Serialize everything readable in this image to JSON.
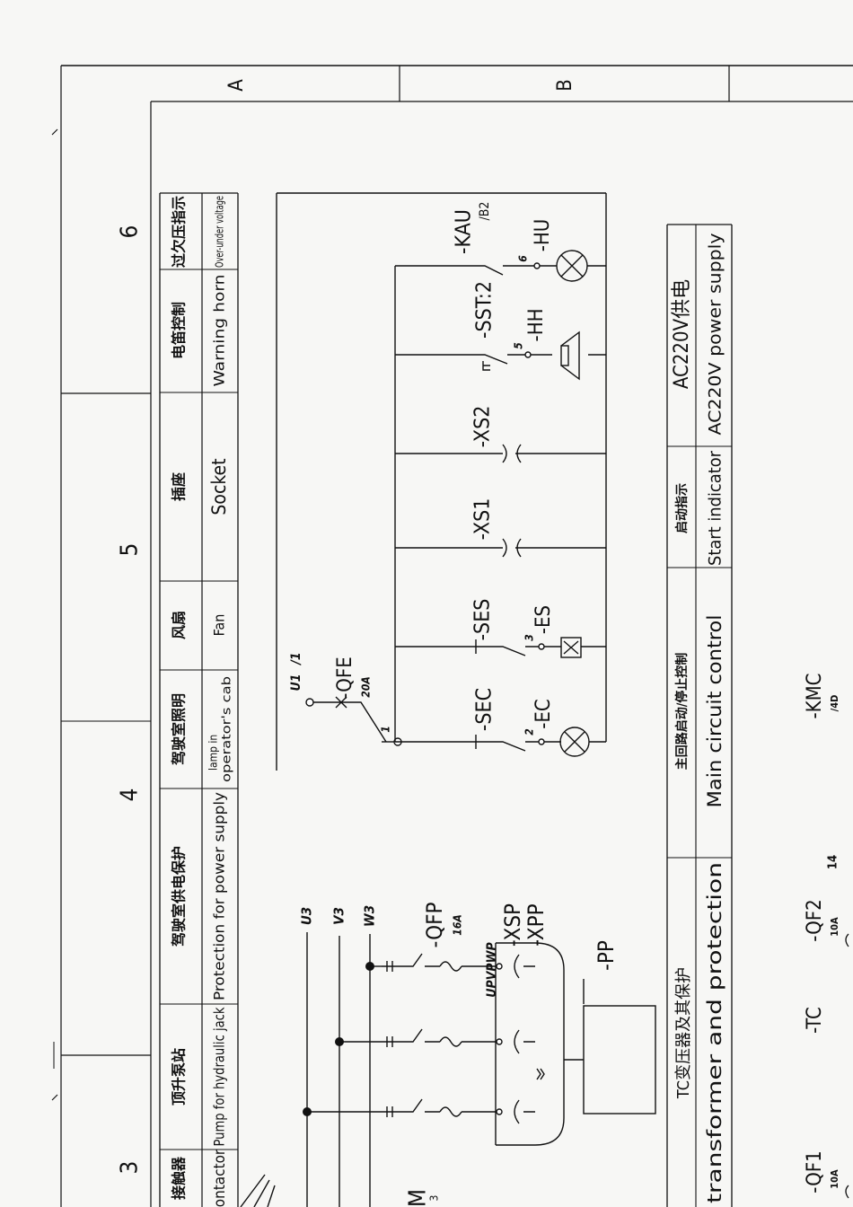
{
  "grid": {
    "rows": [
      "A",
      "B"
    ],
    "columns": [
      "3",
      "4",
      "5",
      "6"
    ]
  },
  "header_table": {
    "columns": [
      {
        "zh": "接触器",
        "en": "ontactor"
      },
      {
        "zh": "顶升泵站",
        "en": "Pump for hydraulic jack"
      },
      {
        "zh": "驾驶室供电保护",
        "en": "Protection for power supply"
      },
      {
        "zh": "驾驶室照明",
        "en": "lamp in",
        "en2": "operator's cab"
      },
      {
        "zh": "风扇",
        "en": "Fan"
      },
      {
        "zh": "插座",
        "en": "Socket"
      },
      {
        "zh": "电笛控制",
        "en": "Warning horn"
      },
      {
        "zh": "过欠压指示",
        "en": "Over-under voltage"
      }
    ]
  },
  "footer_table": {
    "columns": [
      {
        "zh": "TC变压器及其保护",
        "en": "transformer and protection"
      },
      {
        "zh": "主回路启动/停止控制",
        "en": "Main circuit control"
      },
      {
        "zh": "启动指示",
        "en": "Start indicator"
      },
      {
        "zh": "AC220V供电",
        "en": "AC220V power supply"
      }
    ]
  },
  "components": {
    "m": "M",
    "m_sub": "3",
    "u3": "U3",
    "v3": "V3",
    "w3": "W3",
    "qfp": "-QFP",
    "qfp_rating": "16A",
    "phase_labels": "UPVPWP",
    "xsp": "-XSP",
    "xpp": "-XPP",
    "pp": "-PP",
    "u1": "U1",
    "u1_ref": "/1",
    "qfe": "-QFE",
    "qfe_rating": "20A",
    "node_1": "1",
    "sec": "-SEC",
    "node_2": "2",
    "ec": "-EC",
    "ses": "-SES",
    "node_3": "3",
    "es": "-ES",
    "xs1": "-XS1",
    "xs2": "-XS2",
    "sst": "-SST:2",
    "node_5": "5",
    "hh": "-HH",
    "kau": "-KAU",
    "kau_ref": "/B2",
    "node_6": "6",
    "hu": "-HU",
    "qf1": "-QF1",
    "qf1_rating": "10A",
    "tc": "-TC",
    "qf2": "-QF2",
    "qf2_rating": "10A",
    "node_14": "14",
    "kmc": "-KMC",
    "kmc_ref": "/4D"
  }
}
